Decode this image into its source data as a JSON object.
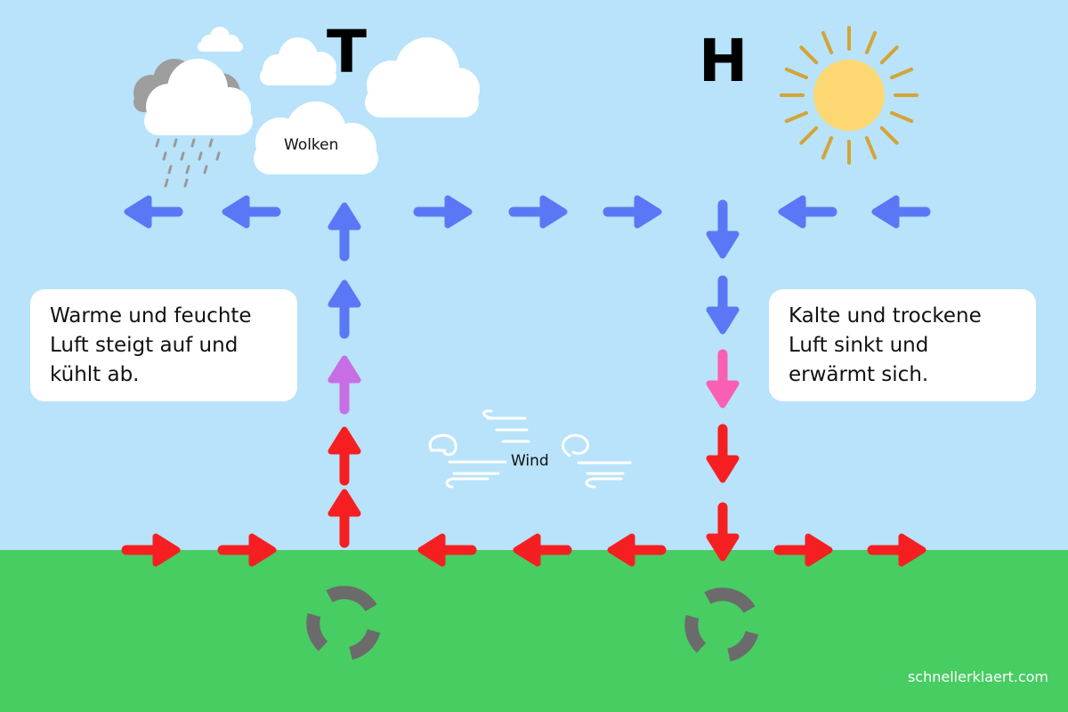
{
  "labels": {
    "low_pressure": "T",
    "high_pressure": "H",
    "clouds": "Wolken",
    "wind": "Wind"
  },
  "left_box": {
    "lines": [
      "Warme und feuchte",
      "Luft steigt auf und",
      "kühlt ab."
    ]
  },
  "right_box": {
    "lines": [
      "Kalte und trockene",
      "Luft sinkt und",
      "erwärmt sich."
    ]
  },
  "credit": "schnellerklaert.com",
  "colors": {
    "sky": "#b8e3fa",
    "ground": "#47cd62",
    "arrow_cool": "#5a78f5",
    "arrow_warm": "#f51f21",
    "arrow_transition_rising": "#c76ee5",
    "arrow_transition_sinking": "#fa5fb4",
    "sun": "#fdd872",
    "sun_rays": "#d4a436",
    "cycle_icon": "#6b6b6b",
    "rain_cloud": "#9e9e9e",
    "rain_drops": "#9a9a9a"
  },
  "icons": [
    "rain-cloud-icon",
    "cloud-icon",
    "sun-icon",
    "wind-icon",
    "recycle-icon"
  ]
}
